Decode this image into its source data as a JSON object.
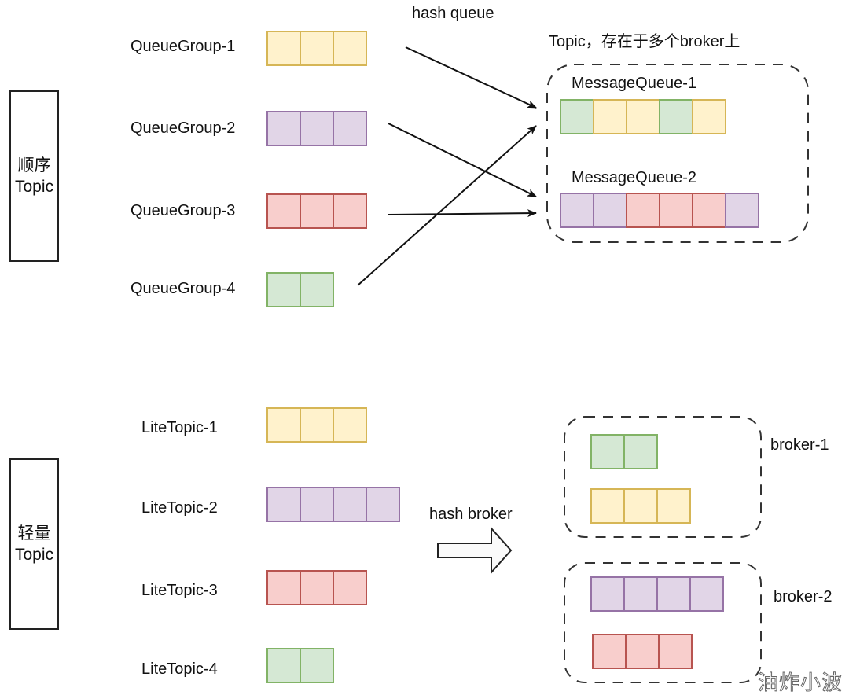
{
  "colors": {
    "yellow": {
      "fill": "#fff2cc",
      "stroke": "#d6b656"
    },
    "purple": {
      "fill": "#e1d5e7",
      "stroke": "#9673a6"
    },
    "red": {
      "fill": "#f8cecc",
      "stroke": "#b85450"
    },
    "green": {
      "fill": "#d5e8d4",
      "stroke": "#82b366"
    }
  },
  "ordered_section": {
    "side_label_line1": "顺序",
    "side_label_line2": "Topic",
    "edge_label": "hash queue",
    "topic_caption": "Topic，存在于多个broker上",
    "queue_groups": [
      {
        "label": "QueueGroup-1",
        "cells": [
          "yellow",
          "yellow",
          "yellow"
        ],
        "target": "MessageQueue-1"
      },
      {
        "label": "QueueGroup-2",
        "cells": [
          "purple",
          "purple",
          "purple"
        ],
        "target": "MessageQueue-2"
      },
      {
        "label": "QueueGroup-3",
        "cells": [
          "red",
          "red",
          "red"
        ],
        "target": "MessageQueue-2"
      },
      {
        "label": "QueueGroup-4",
        "cells": [
          "green",
          "green"
        ],
        "target": "MessageQueue-1"
      }
    ],
    "message_queues": [
      {
        "label": "MessageQueue-1",
        "cells": [
          "green",
          "yellow",
          "yellow",
          "green",
          "yellow"
        ]
      },
      {
        "label": "MessageQueue-2",
        "cells": [
          "purple",
          "purple",
          "red",
          "red",
          "red",
          "purple"
        ]
      }
    ]
  },
  "lite_section": {
    "side_label_line1": "轻量",
    "side_label_line2": "Topic",
    "edge_label": "hash broker",
    "lite_topics": [
      {
        "label": "LiteTopic-1",
        "cells": [
          "yellow",
          "yellow",
          "yellow"
        ]
      },
      {
        "label": "LiteTopic-2",
        "cells": [
          "purple",
          "purple",
          "purple",
          "purple"
        ]
      },
      {
        "label": "LiteTopic-3",
        "cells": [
          "red",
          "red",
          "red"
        ]
      },
      {
        "label": "LiteTopic-4",
        "cells": [
          "green",
          "green"
        ]
      }
    ],
    "brokers": [
      {
        "label": "broker-1",
        "queues": [
          [
            "green",
            "green"
          ],
          [
            "yellow",
            "yellow",
            "yellow"
          ]
        ]
      },
      {
        "label": "broker-2",
        "queues": [
          [
            "purple",
            "purple",
            "purple",
            "purple"
          ],
          [
            "red",
            "red",
            "red"
          ]
        ]
      }
    ]
  },
  "watermark": "油炸小波"
}
